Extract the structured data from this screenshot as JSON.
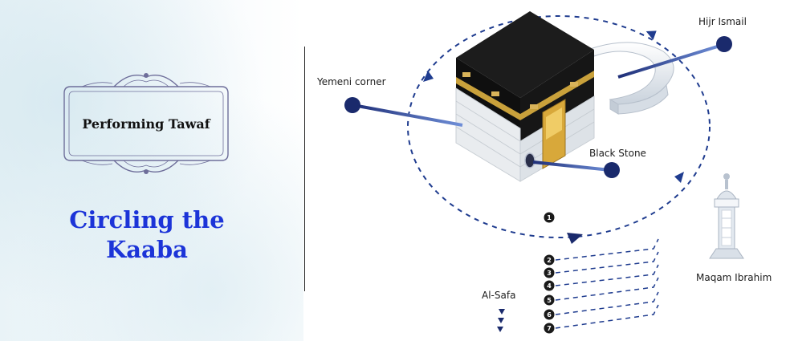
{
  "left_panel": {
    "section_title": "Performing Tawaf",
    "heading_line1": "Circling the",
    "heading_line2": "Kaaba"
  },
  "diagram": {
    "labels": {
      "hijr_ismail": "Hijr Ismail",
      "yemeni_corner": "Yemeni corner",
      "black_stone": "Black Stone",
      "maqam_ibrahim": "Maqam Ibrahim",
      "al_safa": "Al-Safa"
    },
    "circuit_numbers": [
      "1",
      "2",
      "3",
      "4",
      "5",
      "6",
      "7"
    ]
  },
  "colors": {
    "heading_blue": "#1c34d8",
    "marker_navy": "#1a2a6c",
    "path_blue": "#1f3c8f",
    "kaaba_black": "#141414",
    "kiswa_gold": "#c9a13b"
  }
}
